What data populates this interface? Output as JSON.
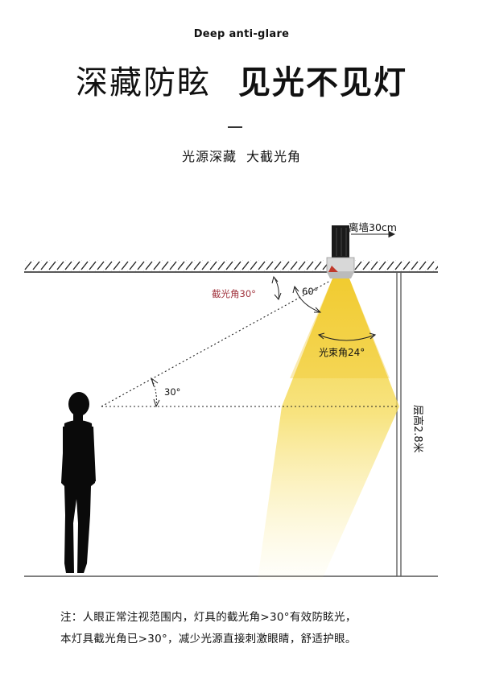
{
  "header": {
    "eyebrow": "Deep anti-glare",
    "headline_light": "深藏防眩",
    "headline_bold": "见光不见灯",
    "subtitle_left": "光源深藏",
    "subtitle_right": "大截光角"
  },
  "diagram": {
    "wall_distance_label": "离墙30cm",
    "cutoff_angle_label": "截光角30°",
    "angle_60_label": "60°",
    "beam_angle_label": "光束角24°",
    "eye_angle_label": "30°",
    "ceiling_height_label": "层高2.8米",
    "colors": {
      "beam": "#f3d43c",
      "cutoff_label": "#a0323c",
      "line": "#222222"
    }
  },
  "note": {
    "line1": "注：人眼正常注视范围内，灯具的截光角>30°有效防眩光，",
    "line2": "本灯具截光角已>30°，减少光源直接刺激眼睛，舒适护眼。"
  }
}
